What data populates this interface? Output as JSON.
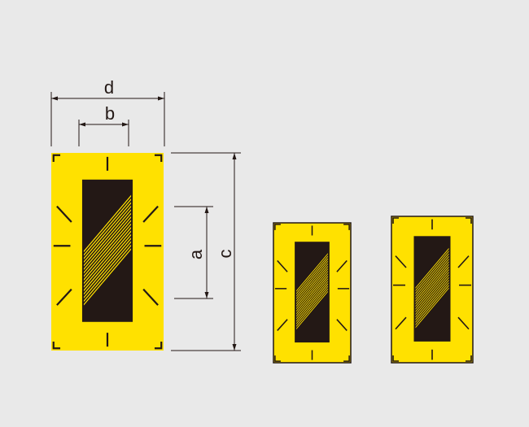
{
  "colors": {
    "background": "#e9e9e9",
    "gauge_fill": "#ffe100",
    "grid_fill": "#231815",
    "ink": "#231815",
    "hatch": "#ffe100"
  },
  "dimensions": {
    "d": "d",
    "b": "b",
    "a": "a",
    "c": "c"
  },
  "gauges": [
    {
      "id": "large",
      "framed": false
    },
    {
      "id": "small-left",
      "framed": true
    },
    {
      "id": "small-right",
      "framed": true
    }
  ]
}
